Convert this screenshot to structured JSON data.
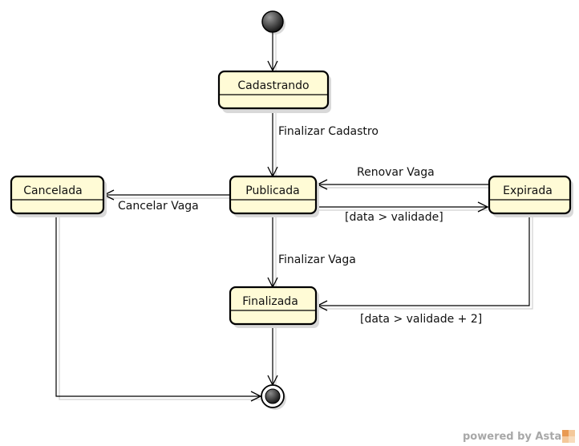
{
  "states": {
    "cadastrando": "Cadastrando",
    "publicada": "Publicada",
    "cancelada": "Cancelada",
    "expirada": "Expirada",
    "finalizada": "Finalizada"
  },
  "transitions": {
    "finalizar_cadastro": "Finalizar Cadastro",
    "cancelar_vaga": "Cancelar Vaga",
    "renovar_vaga": "Renovar Vaga",
    "data_validade": "[data > validade]",
    "finalizar_vaga": "Finalizar Vaga",
    "data_validade_2": "[data > validade + 2]"
  },
  "watermark": "powered by Astah",
  "colors": {
    "state_fill": "#fffbd6",
    "stroke": "#000000",
    "shadow": "#d9d9d9",
    "watermark_text": "#a8a8a8",
    "watermark_logo": "#f0b070"
  }
}
